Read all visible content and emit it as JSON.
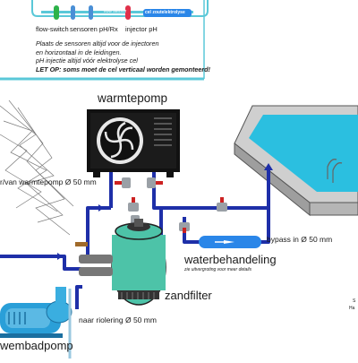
{
  "top_panel": {
    "sensor_labels": [
      "flow-switch",
      "sensoren pH/Rx",
      "injector pH"
    ],
    "pipe_label_small": "flow sensor",
    "cell_label": "cel zoutelektrolyse",
    "notes": [
      "Plaats de sensoren altijd voor de injectoren",
      "en horizontaal in de leidingen.",
      "pH injectie altijd vóór elektrolyse cel"
    ],
    "warning": "LET OP: soms moet de cel verticaal worden gemonteerd!"
  },
  "labels": {
    "heat_pump": "warmtepomp",
    "heat_pump_pipe": "r/van warmtepomp Ø 50 mm",
    "bypass": "bypass in Ø 50 mm",
    "water_treatment": "waterbehandeling",
    "water_treatment_sub": "zie uitvergroting voor meer details",
    "sand_filter": "zandfilter",
    "sewer": "naar riolering Ø 50 mm",
    "pool_pump": "wembadpomp",
    "edge_text_1": "S",
    "edge_text_2": "Ha"
  },
  "colors": {
    "pipe": "#1e2fa8",
    "accent_blue": "#2a86e8",
    "cyan_panel": "#5ac8d8",
    "pool_water": "#2bbfe0",
    "filter": "#4dc3a8",
    "valve_red": "#cc2222",
    "flow_green": "#2db24a",
    "sensor_blue": "#4a8fd6",
    "injector_red": "#e0304a"
  }
}
